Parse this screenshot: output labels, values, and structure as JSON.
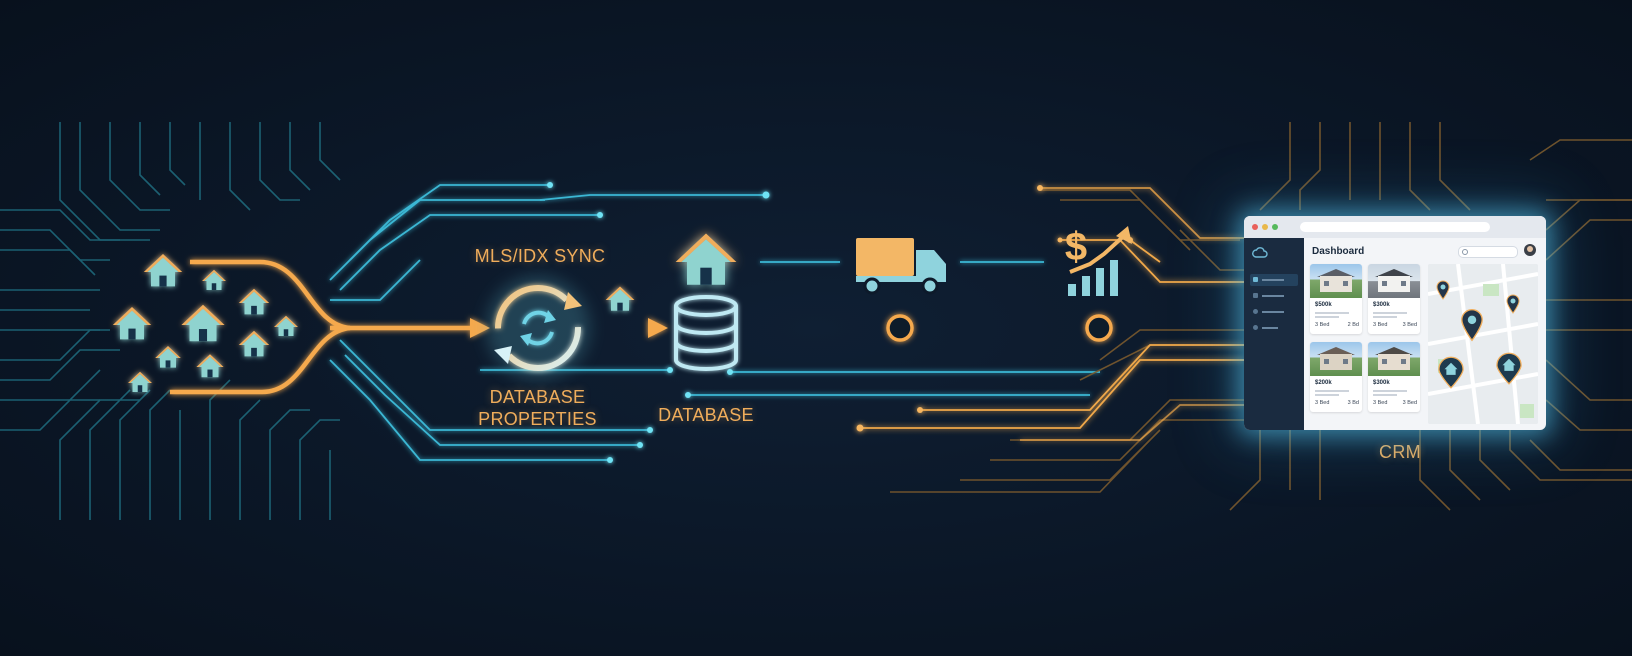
{
  "labels": {
    "sync": "MLS/IDX SYNC",
    "db_properties_line1": "DATABASE",
    "db_properties_line2": "PROPERTIES",
    "database": "DATABASE",
    "crm": "CRM"
  },
  "crm_window": {
    "title": "Dashboard",
    "listings": [
      {
        "price": "$500k",
        "beds": "3 Bed",
        "baths": "2 Bd"
      },
      {
        "price": "$300k",
        "beds": "3 Bed",
        "baths": "3 Bed"
      },
      {
        "price": "$200k",
        "beds": "3 Bed",
        "baths": "3 Bd"
      },
      {
        "price": "$300k",
        "beds": "3 Bed",
        "baths": "3 Bed"
      }
    ]
  },
  "icons": [
    "house-cluster-icon",
    "sync-icon",
    "house-icon",
    "database-icon",
    "delivery-truck-icon",
    "dollar-growth-chart-icon",
    "cloud-icon",
    "map-pin-icon",
    "avatar"
  ],
  "colors": {
    "background": "#0b1727",
    "orange": "#f0ad5b",
    "cyan": "#5fd0e6",
    "teal_icon": "#7fc8c8"
  }
}
